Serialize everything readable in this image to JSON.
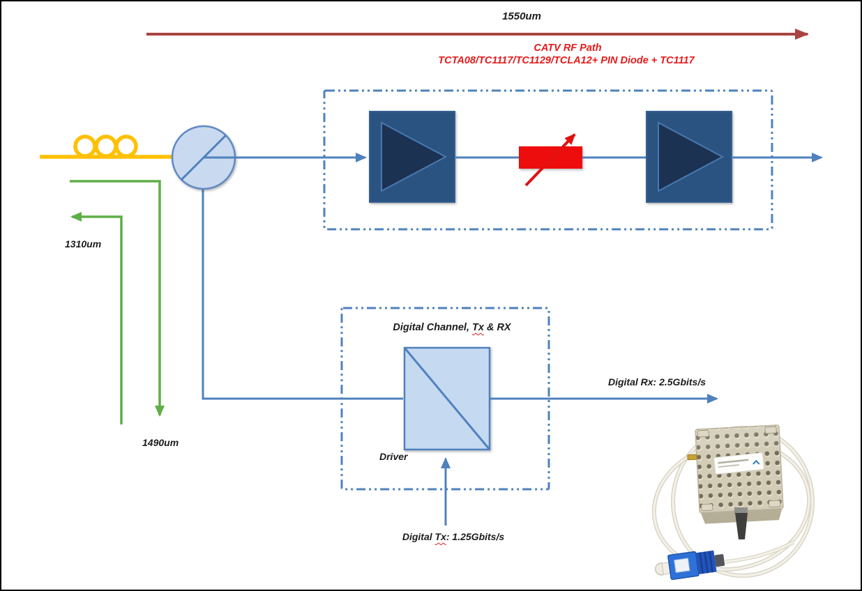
{
  "diagram": {
    "top_path": {
      "wavelength_label": "1550um",
      "title": "CATV RF Path",
      "subtitle": "TCTA08/TC1117/TC1129/TCLA12+ PIN Diode + TC1117"
    },
    "return_paths": {
      "wavelength_1310": "1310um",
      "wavelength_1490": "1490um"
    },
    "digital_channel": {
      "title_prefix": "Digital Channel, ",
      "title_tx_word": "Tx",
      "title_suffix": " & RX",
      "driver_label": "Driver",
      "rx_label": "Digital Rx: 2.5Gbits/s",
      "tx_label_prefix": "Digital ",
      "tx_word": "Tx",
      "tx_label_suffix": ": 1.25Gbits/s"
    },
    "colors": {
      "line_blue": "#4f81bd",
      "amplifier_fill": "#2b5381",
      "amplifier_triangle": "#1a3353",
      "circulator_fill": "#c9d9ef",
      "digital_square_fill": "#c5d9f1",
      "fiber_yellow": "#ffc000",
      "wavelength_green": "#5fae46",
      "attenuator_red": "#ee1111",
      "catv_text_red": "#e31b1b",
      "rf_arrow_dark_red": "#a94442"
    },
    "components": {
      "fiber_coil": "fiber-coil-icon",
      "circulator": "circulator-icon",
      "amplifier_1": "amplifier-icon",
      "amplifier_2": "amplifier-icon",
      "variable_attenuator": "variable-attenuator-icon",
      "digital_splitter": "splitter-square-icon",
      "product_photo": "transceiver-module-photo"
    }
  }
}
